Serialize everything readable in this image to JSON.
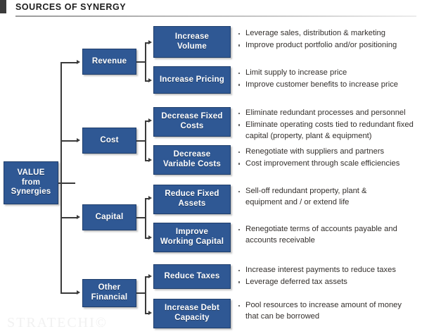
{
  "header": {
    "title": "SOURCES OF SYNERGY",
    "accent_color": "#3b3b3b"
  },
  "theme": {
    "box_fill": "#2f5894",
    "box_border": "#1f3e6b",
    "box_text": "#ffffff",
    "body_text": "#332f2c",
    "connector": "#3a3a3a"
  },
  "root": {
    "line1": "VALUE",
    "line2": "from",
    "line3": "Synergies"
  },
  "branches": [
    {
      "label": "Revenue",
      "drivers": [
        {
          "line1": "Increase",
          "line2": "Volume",
          "bullets": [
            "Leverage sales, distribution & marketing",
            "Improve product portfolio and/or positioning"
          ]
        },
        {
          "line1": "Increase Pricing",
          "line2": "",
          "bullets": [
            "Limit supply to increase price",
            "Improve customer benefits to increase price"
          ]
        }
      ]
    },
    {
      "label": "Cost",
      "drivers": [
        {
          "line1": "Decrease Fixed",
          "line2": "Costs",
          "bullets": [
            "Eliminate redundant processes and personnel",
            "Eliminate operating costs tied to redundant fixed capital (property, plant & equipment)"
          ]
        },
        {
          "line1": "Decrease",
          "line2": "Variable Costs",
          "bullets": [
            "Renegotiate with suppliers and partners",
            "Cost improvement through scale efficiencies"
          ]
        }
      ]
    },
    {
      "label": "Capital",
      "drivers": [
        {
          "line1": "Reduce Fixed",
          "line2": "Assets",
          "bullets": [
            "Sell-off redundant property, plant & equipment and / or extend life"
          ]
        },
        {
          "line1": "Improve",
          "line2": "Working Capital",
          "bullets": [
            "Renegotiate terms of accounts payable and accounts receivable"
          ]
        }
      ]
    },
    {
      "label_line1": "Other",
      "label_line2": "Financial",
      "drivers": [
        {
          "line1": "Reduce Taxes",
          "line2": "",
          "bullets": [
            "Increase interest payments to reduce taxes",
            "Leverage deferred tax assets"
          ]
        },
        {
          "line1": "Increase Debt",
          "line2": "Capacity",
          "bullets": [
            "Pool resources to increase amount of money that can be borrowed"
          ]
        }
      ]
    }
  ],
  "watermark": "STRATECHI©"
}
